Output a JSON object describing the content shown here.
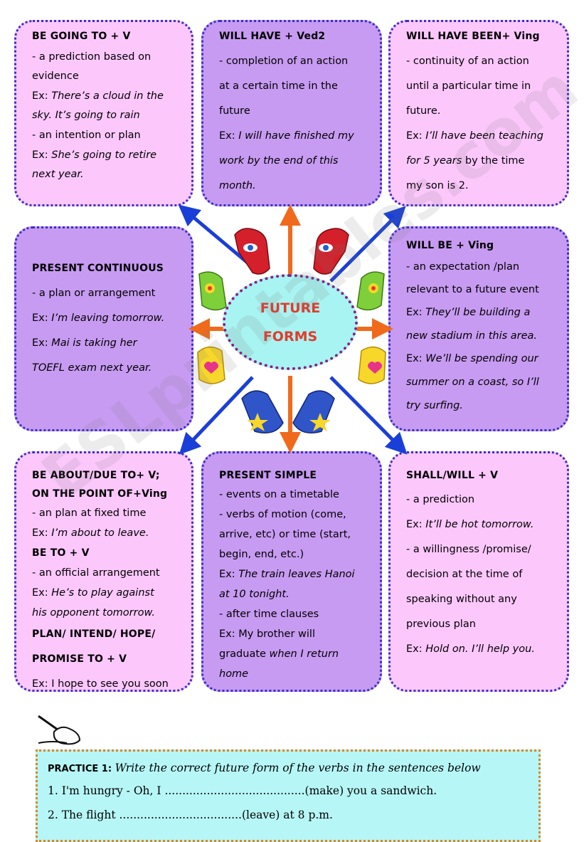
{
  "boxes": {
    "going_to": {
      "title": "BE GOING TO + V",
      "lines": [
        "- a prediction based on",
        "evidence"
      ],
      "ex1_label": "Ex: ",
      "ex1": "There’s a cloud in the",
      "ex1b": "sky. It’s going to rain",
      "line3": "- an intention or plan",
      "ex2_label": "Ex: ",
      "ex2": "She’s going to retire",
      "ex2b": "next year."
    },
    "will_have": {
      "title": "WILL HAVE + Ved2",
      "lines": [
        "- completion of an action",
        "at a certain time in the",
        "future"
      ],
      "ex_label": "Ex: ",
      "ex": "I will have finished my",
      "exb": "work by the end of this",
      "exc": "month."
    },
    "will_have_been": {
      "title": "WILL HAVE BEEN+ Ving",
      "lines": [
        "- continuity of an action",
        "until a particular time in",
        "future."
      ],
      "ex_label": "Ex: ",
      "ex": "I’ll have been teaching",
      "exb_italic": "for 5 years",
      "exb_rest": " by the time",
      "exc": "my son is 2."
    },
    "present_continuous": {
      "title": "PRESENT CONTINUOUS",
      "line1": "- a plan or arrangement",
      "ex1_label": "Ex: ",
      "ex1": "I’m leaving tomorrow.",
      "ex2_label": "Ex: ",
      "ex2": "Mai is taking her",
      "ex2b": "TOEFL exam next year."
    },
    "will_be": {
      "title": "WILL BE + Ving",
      "lines": [
        "- an expectation /plan",
        "relevant to a future event"
      ],
      "ex1_label": "Ex: ",
      "ex1": "They’ll be building a",
      "ex1b": "new stadium in this area.",
      "ex2_label": "Ex: ",
      "ex2": "We’ll be spending our",
      "ex2b": "summer on a coast, so I’ll",
      "ex2c": "try surfing."
    },
    "about_to": {
      "title1": "BE ABOUT/DUE TO+ V;",
      "title2": "ON THE POINT OF+Ving",
      "line1": "- an plan at fixed time",
      "ex1_label": "Ex: ",
      "ex1": "I’m about to leave.",
      "title3": "BE TO + V",
      "line2": "- an official arrangement",
      "ex2_label": "Ex: ",
      "ex2": "He’s to play against",
      "ex2b": "his opponent tomorrow.",
      "title4": "PLAN/ INTEND/ HOPE/",
      "title5": "PROMISE TO + V",
      "ex3": "Ex: I hope to see you soon"
    },
    "present_simple": {
      "title": "PRESENT SIMPLE",
      "lines": [
        "- events on a timetable",
        "- verbs of motion (come,",
        "arrive, etc) or time (start,",
        "begin, end, etc.)"
      ],
      "ex1_label": "Ex: ",
      "ex1": "The train leaves Hanoi",
      "ex1b": "at 10 tonight.",
      "line5": "- after time clauses",
      "ex2": "Ex: My brother will",
      "ex2b_plain": "graduate ",
      "ex2b_italic": "when I return",
      "ex2c": "home"
    },
    "shall_will": {
      "title": "SHALL/WILL + V",
      "line1": "- a prediction",
      "ex1_label": "Ex: ",
      "ex1": "It’ll be hot tomorrow.",
      "lines": [
        "- a willingness /promise/",
        "decision at the time of",
        "speaking without any",
        "previous plan"
      ],
      "ex2_label": "Ex: ",
      "ex2": "Hold on. I’ll help you."
    }
  },
  "center": {
    "line1": "FUTURE",
    "line2": "FORMS"
  },
  "watermark": "ESLprintables.com",
  "practice": {
    "label": "PRACTICE 1: ",
    "instruction": "Write the correct future form of the verbs in the sentences below",
    "q1": "1. I'm hungry - Oh, I ........................................(make) you a sandwich.",
    "q2": "2. The flight ...................................(leave) at 8 p.m."
  },
  "colors": {
    "pink": "#fcc8fc",
    "purple": "#c79bf2",
    "border": "#3a2fc8",
    "center": "#a8f4f2",
    "title_red": "#e23b2c",
    "practice": "#b7f6f6"
  }
}
